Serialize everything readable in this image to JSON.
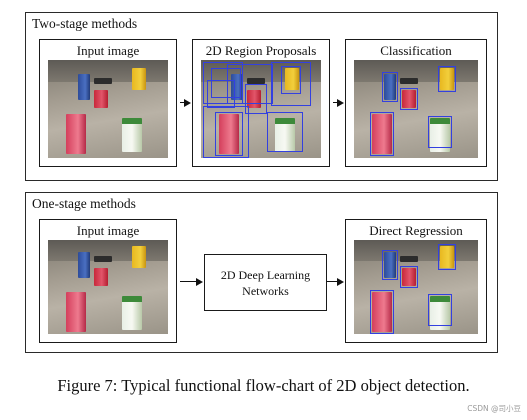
{
  "two_stage": {
    "title": "Two-stage methods",
    "panels": [
      {
        "title": "Input image"
      },
      {
        "title": "2D Region Proposals"
      },
      {
        "title": "Classification"
      }
    ]
  },
  "one_stage": {
    "title": "One-stage methods",
    "input_panel": {
      "title": "Input image"
    },
    "network": {
      "line1": "2D Deep Learning",
      "line2": "Networks"
    },
    "output_panel": {
      "title": "Direct Regression"
    }
  },
  "caption": "Figure 7: Typical functional flow-chart of 2D object detection.",
  "watermark": "CSDN @司小豆",
  "colors": {
    "box_stroke": "#3340e0",
    "border": "#1a1a1a"
  }
}
